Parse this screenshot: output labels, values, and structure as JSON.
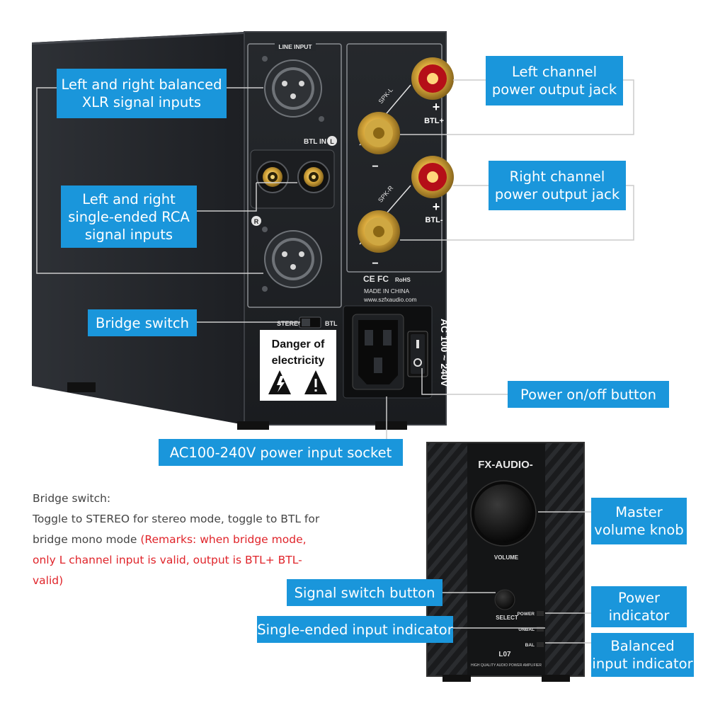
{
  "callouts": {
    "xlr": [
      "Left and right balanced",
      "XLR signal inputs"
    ],
    "rca": [
      "Left and right",
      "single-ended RCA",
      "signal inputs"
    ],
    "left_out": [
      "Left channel",
      "power output jack"
    ],
    "right_out": [
      "Right channel",
      "power output jack"
    ],
    "bridge": "Bridge switch",
    "power_btn": "Power on/off button",
    "ac_socket": "AC100-240V power input socket",
    "volume": [
      "Master",
      "volume knob"
    ],
    "signal_switch": "Signal switch button",
    "power_ind": [
      "Power",
      "indicator"
    ],
    "unbal_ind": "Single-ended input indicator",
    "bal_ind": [
      "Balanced",
      "input indicator"
    ]
  },
  "note": {
    "title": "Bridge switch:",
    "body": "Toggle to STEREO for stereo mode, toggle to BTL for bridge mono mode",
    "remark": "(Remarks: when bridge mode, only L channel input is valid, output is BTL+ BTL- valid)"
  },
  "rear_panel": {
    "line_input": "LINE INPUT",
    "btl_in": "BTL IN",
    "l": "L",
    "r": "R",
    "spk_l": "SPK-L",
    "spk_r": "SPK-R",
    "btl_plus": "BTL+",
    "btl_minus": "BTL-",
    "plus": "+",
    "minus": "−",
    "ce_fc": "CE FC",
    "rohs": "RoHS",
    "made_in": "MADE IN CHINA",
    "website": "www.szfxaudio.com",
    "stereo": "STEREO",
    "btl": "BTL",
    "danger_1": "Danger of",
    "danger_2": "electricity",
    "ac_rating": "AC 100 ~ 240V"
  },
  "front_panel": {
    "brand": "FX-AUDIO-",
    "volume": "VOLUME",
    "select": "SELECT",
    "power": "POWER",
    "unbal": "UNBAL",
    "bal": "BAL",
    "model": "L07",
    "tagline": "HIGH QUALITY AUDIO POWER AMPLIFIER"
  },
  "colors": {
    "callout_bg": "#1a96db",
    "remark_red": "#e0242a",
    "chassis": "#1c1e21"
  }
}
